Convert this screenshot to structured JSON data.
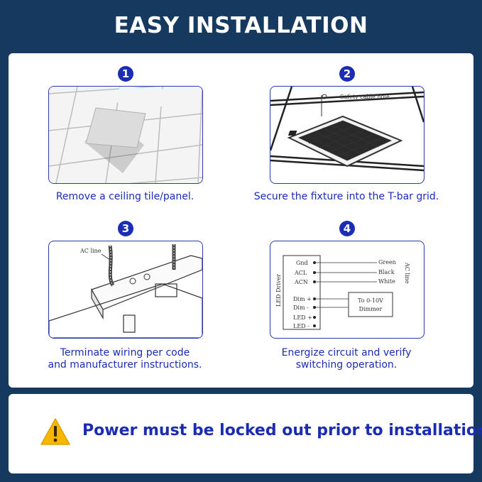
{
  "title": "EASY INSTALLATION",
  "steps": [
    {
      "number": "1",
      "caption_lines": [
        "Remove a ceiling tile/panel."
      ]
    },
    {
      "number": "2",
      "caption_lines": [
        "Secure the fixture into the T-bar grid."
      ],
      "label": "Safety cable hole"
    },
    {
      "number": "3",
      "caption_lines": [
        "Terminate wiring per code",
        "and manufacturer instructions."
      ],
      "label": "AC line"
    },
    {
      "number": "4",
      "caption_lines": [
        "Energize circuit and verify",
        "switching operation."
      ],
      "diagram": {
        "driver_label": "LED Driver",
        "ac_label": "AC line",
        "terminals": [
          "Gnd",
          "ACL",
          "ACN",
          "Dim +",
          "Dim -",
          "LED +",
          "LED -"
        ],
        "wires": [
          "Green",
          "Black",
          "White"
        ],
        "dimmer": [
          "To 0-10V",
          "Dimmer"
        ]
      }
    }
  ],
  "warning": {
    "icon": "warning-icon",
    "text": "Power must be locked out prior to installation."
  },
  "colors": {
    "background": "#163a5f",
    "accent": "#1b2cb4",
    "warning": "#f5b700"
  }
}
